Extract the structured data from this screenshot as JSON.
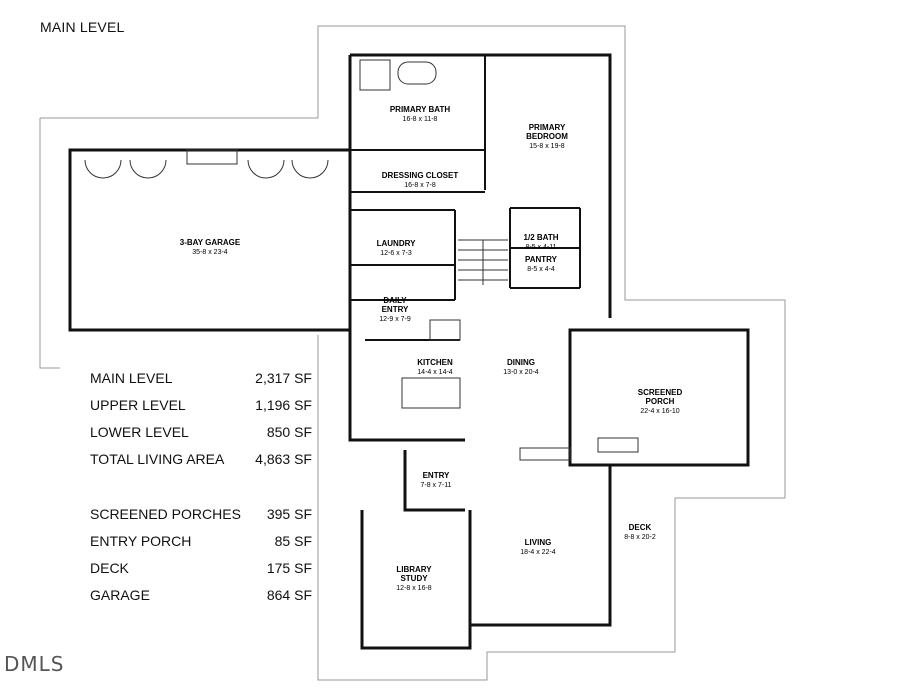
{
  "title": "MAIN LEVEL",
  "rooms": [
    {
      "name": "PRIMARY BATH",
      "dim": "16-8 x 11-8"
    },
    {
      "name": "PRIMARY\nBEDROOM",
      "dim": "15-8 x 19-8"
    },
    {
      "name": "DRESSING CLOSET",
      "dim": "16-8 x 7-8"
    },
    {
      "name": "3-BAY GARAGE",
      "dim": "35-8 x 23-4"
    },
    {
      "name": "LAUNDRY",
      "dim": "12-6 x 7-3"
    },
    {
      "name": "1/2 BATH",
      "dim": "8-5 x 4-11"
    },
    {
      "name": "PANTRY",
      "dim": "8-5 x 4-4"
    },
    {
      "name": "DAILY\nENTRY",
      "dim": "12-9 x 7-9"
    },
    {
      "name": "KITCHEN",
      "dim": "14-4 x 14-4"
    },
    {
      "name": "DINING",
      "dim": "13-0 x 20-4"
    },
    {
      "name": "SCREENED\nPORCH",
      "dim": "22-4 x 16-10"
    },
    {
      "name": "ENTRY",
      "dim": "7-8 x 7-11"
    },
    {
      "name": "LIBRARY\nSTUDY",
      "dim": "12-8 x 16-8"
    },
    {
      "name": "LIVING",
      "dim": "18-4 x 22-4"
    },
    {
      "name": "DECK",
      "dim": "8-8 x 20-2"
    }
  ],
  "areas": [
    {
      "label": "MAIN LEVEL",
      "value": "2,317 SF"
    },
    {
      "label": "UPPER LEVEL",
      "value": "1,196 SF"
    },
    {
      "label": "LOWER LEVEL",
      "value": "850 SF"
    },
    {
      "label": "TOTAL LIVING AREA",
      "value": "4,863 SF"
    },
    {
      "label": "SCREENED PORCHES",
      "value": "395 SF"
    },
    {
      "label": "ENTRY PORCH",
      "value": "85 SF"
    },
    {
      "label": "DECK",
      "value": "175 SF"
    },
    {
      "label": "GARAGE",
      "value": "864 SF"
    }
  ],
  "watermark": "DMLS"
}
